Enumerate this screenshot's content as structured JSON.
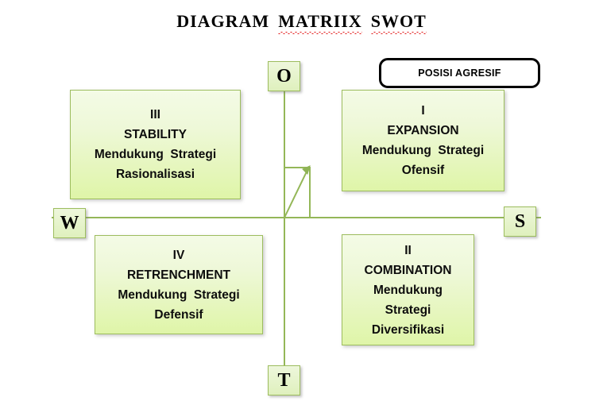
{
  "document": {
    "title_parts": [
      {
        "text": "DIAGRAM",
        "misspelled": false
      },
      {
        "text": "MATRIIX",
        "misspelled": true
      },
      {
        "text": "SWOT",
        "misspelled": true
      }
    ],
    "title_full": "DIAGRAM  MATRIIX  SWOT"
  },
  "colors": {
    "axis_line": "#94b758",
    "box_border": "#9dbd5e",
    "box_fill_top": "#f4fbe6",
    "box_fill_bottom": "#dff5a8",
    "label_fill_top": "#eef7dc",
    "label_fill_bottom": "#dff0bd",
    "callout_border": "#000000",
    "text": "#000000",
    "spellcheck_underline": "#e21b1b",
    "canvas_background": "#ffffff"
  },
  "callout": {
    "label": "POSISI AGRESIF"
  },
  "axes": {
    "labels": {
      "opportunity": "O",
      "weakness": "W",
      "strength": "S",
      "threat": "T"
    }
  },
  "quadrants": [
    {
      "id": "I",
      "position": "top-right",
      "lines": [
        "I",
        "EXPANSION",
        "Mendukung  Strategi",
        "Ofensif"
      ],
      "roman": "I",
      "name": "EXPANSION",
      "strategy": "Mendukung  Strategi  Ofensif"
    },
    {
      "id": "II",
      "position": "bottom-right",
      "lines": [
        "II",
        "COMBINATION",
        "Mendukung",
        "Strategi",
        "Diversifikasi"
      ],
      "roman": "II",
      "name": "COMBINATION",
      "strategy": "Mendukung Strategi Diversifikasi"
    },
    {
      "id": "III",
      "position": "top-left",
      "lines": [
        "III",
        "STABILITY",
        "Mendukung  Strategi",
        "Rasionalisasi"
      ],
      "roman": "III",
      "name": "STABILITY",
      "strategy": "Mendukung  Strategi  Rasionalisasi"
    },
    {
      "id": "IV",
      "position": "bottom-left",
      "lines": [
        "IV",
        "RETRENCHMENT",
        "Mendukung  Strategi",
        "Defensif"
      ],
      "roman": "IV",
      "name": "RETRENCHMENT",
      "strategy": "Mendukung  Strategi  Defensif"
    }
  ]
}
